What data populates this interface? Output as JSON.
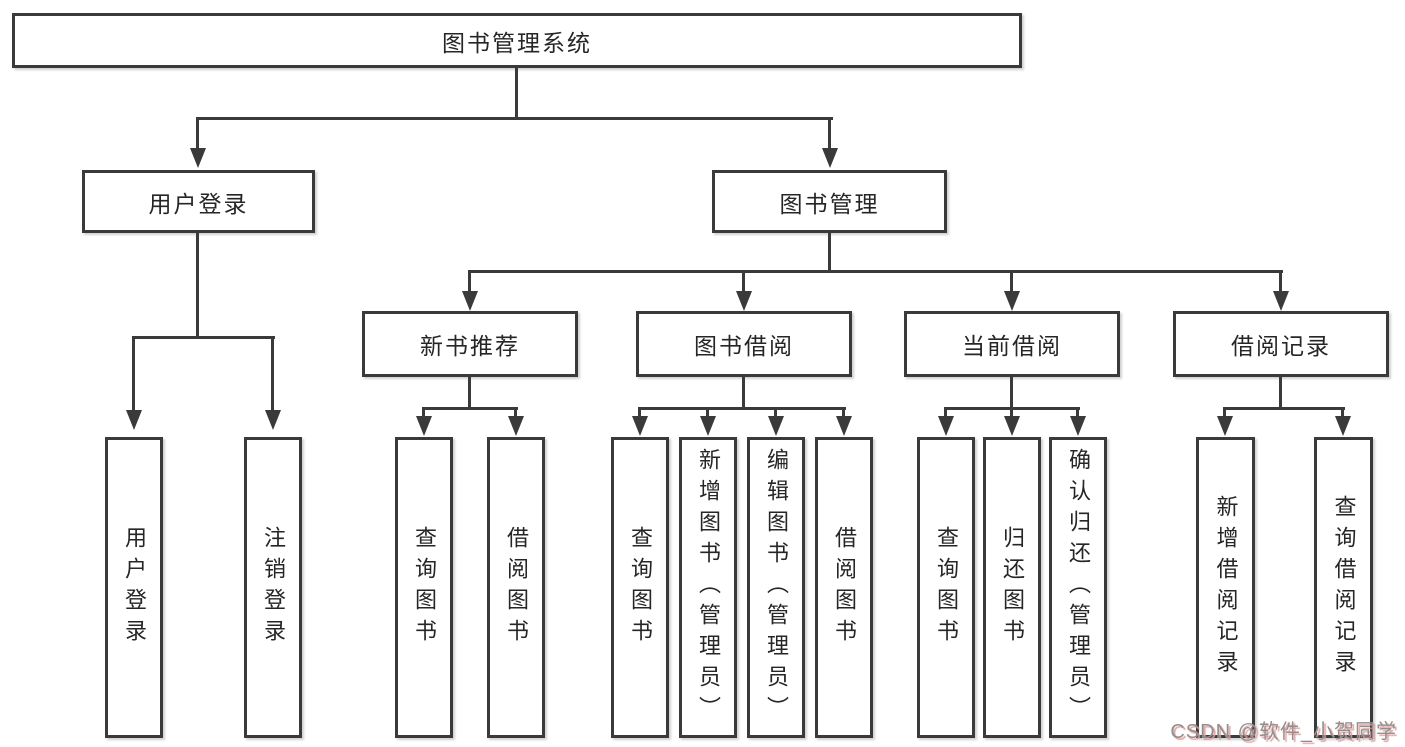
{
  "diagram": {
    "root": {
      "label": "图书管理系统"
    },
    "branches": [
      {
        "label": "用户登录",
        "children": [
          {
            "label": "用户登录"
          },
          {
            "label": "注销登录"
          }
        ]
      },
      {
        "label": "图书管理",
        "groups": [
          {
            "label": "新书推荐",
            "children": [
              {
                "label": "查询图书"
              },
              {
                "label": "借阅图书"
              }
            ]
          },
          {
            "label": "图书借阅",
            "children": [
              {
                "label": "查询图书"
              },
              {
                "label": "新增图书（管理员）"
              },
              {
                "label": "编辑图书（管理员）"
              },
              {
                "label": "借阅图书"
              }
            ]
          },
          {
            "label": "当前借阅",
            "children": [
              {
                "label": "查询图书"
              },
              {
                "label": "归还图书"
              },
              {
                "label": "确认归还（管理员）"
              }
            ]
          },
          {
            "label": "借阅记录",
            "children": [
              {
                "label": "新增借阅记录"
              },
              {
                "label": "查询借阅记录"
              }
            ]
          }
        ]
      }
    ]
  },
  "watermark": {
    "text": "CSDN @软件_小贺同学"
  },
  "colors": {
    "line": "#3a3a3a",
    "text": "#262626",
    "background": "#ffffff",
    "watermark_text": "#8f8f8f",
    "watermark_shadow": "#e39f9f"
  }
}
